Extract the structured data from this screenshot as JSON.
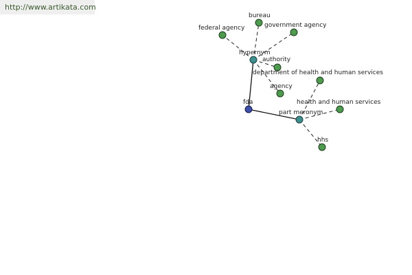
{
  "header": {
    "url": "http://www.artikata.com"
  },
  "graph": {
    "nodes": [
      {
        "id": "fda",
        "label": "fda",
        "kind": "root"
      },
      {
        "id": "hypernym",
        "label": "hypernym",
        "kind": "rel"
      },
      {
        "id": "part_meronym",
        "label": "part meronym",
        "kind": "rel"
      },
      {
        "id": "bureau",
        "label": "bureau",
        "kind": "leaf"
      },
      {
        "id": "federal_agency",
        "label": "federal agency",
        "kind": "leaf"
      },
      {
        "id": "government_agency",
        "label": "government agency",
        "kind": "leaf"
      },
      {
        "id": "authority",
        "label": "authority",
        "kind": "leaf"
      },
      {
        "id": "agency",
        "label": "agency",
        "kind": "leaf"
      },
      {
        "id": "dept_hhs",
        "label": "department of health and human services",
        "kind": "leaf"
      },
      {
        "id": "health_human_services",
        "label": "health and human services",
        "kind": "leaf"
      },
      {
        "id": "hhs",
        "label": "hhs",
        "kind": "leaf"
      }
    ],
    "edges": [
      {
        "from": "fda",
        "to": "hypernym",
        "style": "solid"
      },
      {
        "from": "fda",
        "to": "part_meronym",
        "style": "solid"
      },
      {
        "from": "hypernym",
        "to": "bureau",
        "style": "dashed"
      },
      {
        "from": "hypernym",
        "to": "federal_agency",
        "style": "dashed"
      },
      {
        "from": "hypernym",
        "to": "government_agency",
        "style": "dashed"
      },
      {
        "from": "hypernym",
        "to": "authority",
        "style": "dashed"
      },
      {
        "from": "hypernym",
        "to": "agency",
        "style": "dashed"
      },
      {
        "from": "part_meronym",
        "to": "dept_hhs",
        "style": "dashed"
      },
      {
        "from": "part_meronym",
        "to": "health_human_services",
        "style": "dashed"
      },
      {
        "from": "part_meronym",
        "to": "hhs",
        "style": "dashed"
      }
    ],
    "colors": {
      "leaf": "#4e9a4e",
      "rel": "#3f8f8f",
      "root": "#3d4fa8"
    }
  }
}
